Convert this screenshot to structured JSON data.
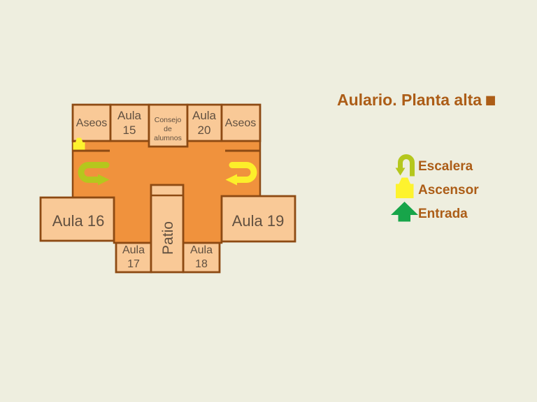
{
  "title": {
    "text": "Aulario. Planta alta",
    "end_dot": "."
  },
  "plan": {
    "rooms": {
      "aseos_left": "Aseos",
      "aula_15": [
        "Aula",
        "15"
      ],
      "consejo": [
        "Consejo",
        "de",
        "alumnos"
      ],
      "aula_20": [
        "Aula",
        "20"
      ],
      "aseos_right": "Aseos",
      "aula_16": "Aula 16",
      "aula_19": "Aula 19",
      "aula_17": [
        "Aula",
        "17"
      ],
      "aula_18": [
        "Aula",
        "18"
      ],
      "patio": "Patio"
    },
    "icons": {
      "elevator": "elevator-icon",
      "stairs_left": "stairs-uturn-arrow-icon",
      "stairs_right": "stairs-uturn-arrow-icon"
    }
  },
  "legend": {
    "items": [
      {
        "label": "Escalera",
        "icon": "stairs-uturn-arrow-icon",
        "color": "#b5c71d"
      },
      {
        "label": "Ascensor",
        "icon": "elevator-icon",
        "color": "#fdf32e"
      },
      {
        "label": "Entrada",
        "icon": "up-arrow-icon",
        "color": "#17a54a"
      }
    ]
  },
  "colors": {
    "background": "#eeeedf",
    "corridor": "#f0923d",
    "room_fill": "#f9c997",
    "wall_brown": "#8d4a13",
    "room_text": "#615040",
    "heading_text": "#ac5d17",
    "stairs_olive": "#b5c71d",
    "stairs_yellow": "#fcef2a",
    "elevator_yellow": "#fdf32e",
    "entrance_green": "#17a54a"
  }
}
